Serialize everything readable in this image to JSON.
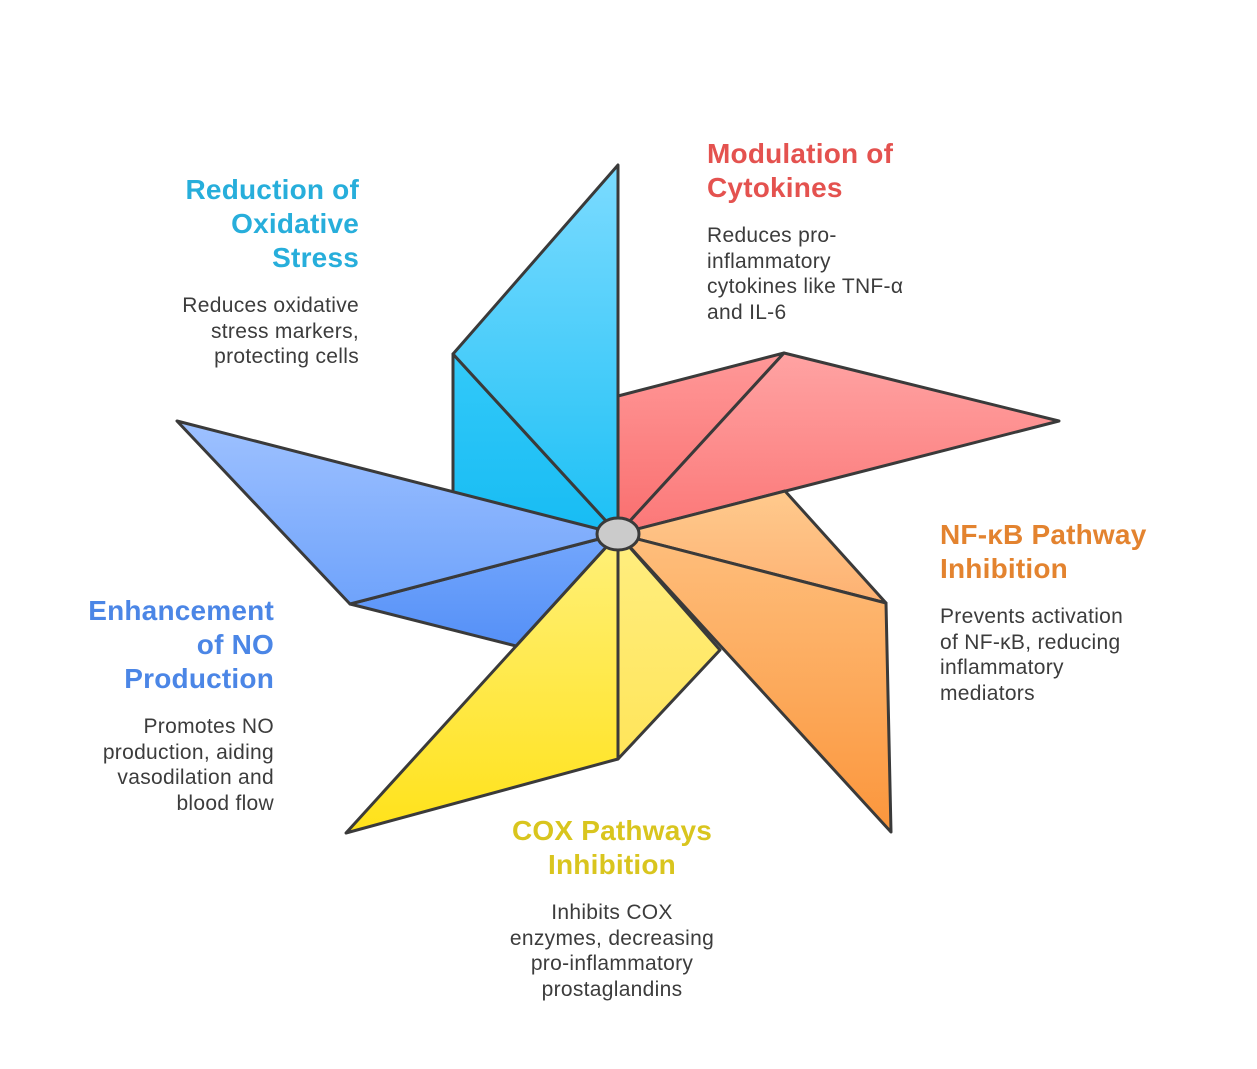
{
  "colors": {
    "oxidative": "#27AEDB",
    "cytokines": "#E4524F",
    "nfkb": "#E3832F",
    "cox": "#D9C51E",
    "no": "#4B86E6",
    "outline": "#3a3a3a",
    "hub": "#c8c8c8"
  },
  "sections": {
    "oxidative": {
      "title": [
        "Reduction of",
        "Oxidative",
        "Stress"
      ],
      "desc": [
        "Reduces oxidative",
        "stress markers,",
        "protecting cells"
      ]
    },
    "cytokines": {
      "title": [
        "Modulation of",
        "Cytokines"
      ],
      "desc": [
        "Reduces pro-",
        "inflammatory",
        "cytokines like TNF-α",
        "and IL-6"
      ]
    },
    "nfkb": {
      "title": [
        "NF-κB Pathway",
        "Inhibition"
      ],
      "desc": [
        "Prevents activation",
        "of NF-κB, reducing",
        "inflammatory",
        "mediators"
      ]
    },
    "cox": {
      "title": [
        "COX Pathways",
        "Inhibition"
      ],
      "desc": [
        "Inhibits COX",
        "enzymes, decreasing",
        "pro-inflammatory",
        "prostaglandins"
      ]
    },
    "no": {
      "title": [
        "Enhancement",
        "of NO",
        "Production"
      ],
      "desc": [
        "Promotes NO",
        "production, aiding",
        "vasodilation and",
        "blood flow"
      ]
    }
  }
}
